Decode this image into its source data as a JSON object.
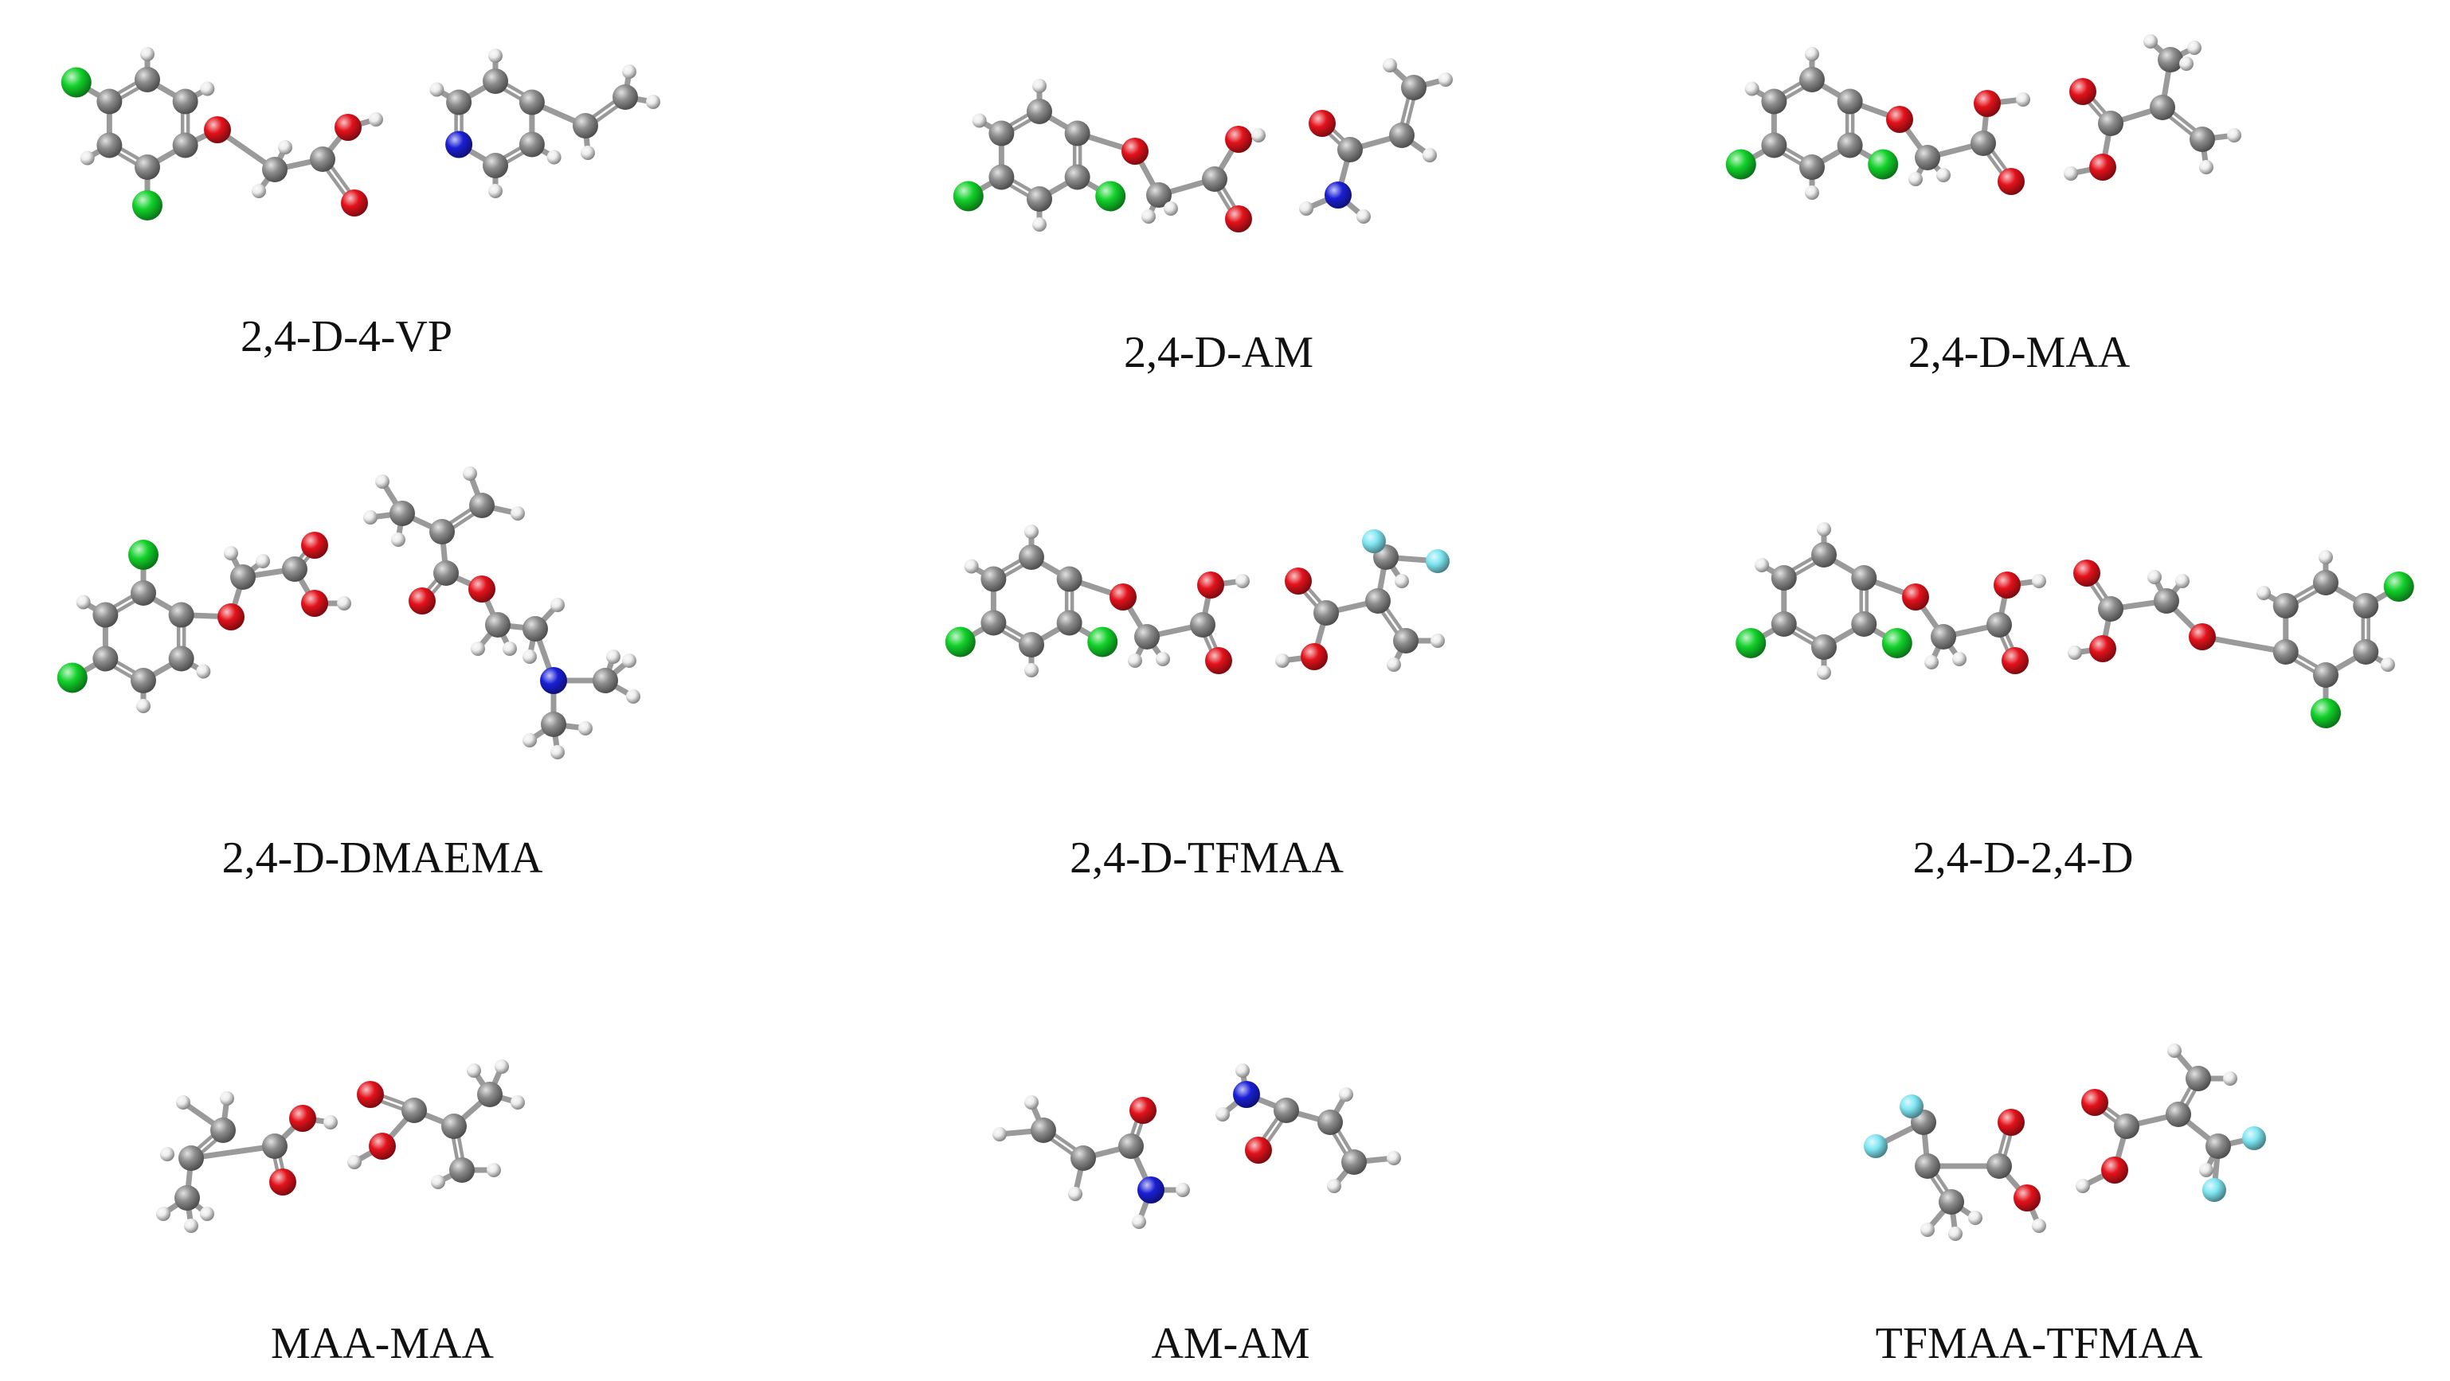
{
  "figure": {
    "panels": [
      {
        "id": "p1",
        "label": "2,4-D-4-VP"
      },
      {
        "id": "p2",
        "label": "2,4-D-AM"
      },
      {
        "id": "p3",
        "label": "2,4-D-MAA"
      },
      {
        "id": "p4",
        "label": "2,4-D-DMAEMA"
      },
      {
        "id": "p5",
        "label": "2,4-D-TFMAA"
      },
      {
        "id": "p6",
        "label": "2,4-D-2,4-D"
      },
      {
        "id": "p7",
        "label": "MAA-MAA"
      },
      {
        "id": "p8",
        "label": "AM-AM"
      },
      {
        "id": "p9",
        "label": "TFMAA-TFMAA"
      }
    ]
  },
  "atom_colors": {
    "C": "#8c8c8c",
    "H": "#ececec",
    "O": "#e3121b",
    "N": "#1a1fd6",
    "Cl": "#12d12a",
    "F": "#7fe6f2"
  },
  "bond_color": "#9a9a9a"
}
